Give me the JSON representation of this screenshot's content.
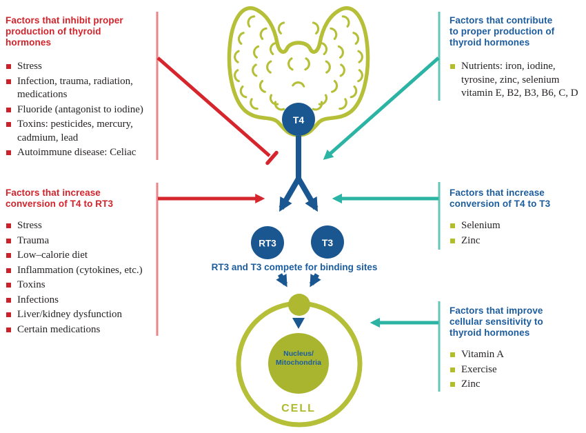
{
  "palette": {
    "red": "#d2232b",
    "teal": "#2bb3a3",
    "dark_blue": "#1a5791",
    "heading_blue": "#1b5c9e",
    "olive_green": "#b5bf37",
    "body_text": "#262224"
  },
  "sections": {
    "inhibit": {
      "title": "Factors that inhibit proper\nproduction of thyroid\nhormones",
      "items": [
        "Stress",
        "Infection, trauma, radiation, medications",
        "Fluoride (antagonist to iodine)",
        "Toxins: pesticides, mercury, cadmium, lead",
        "Autoimmune disease: Celiac"
      ]
    },
    "rt3_conversion": {
      "title": "Factors that increase\nconversion of T4 to RT3",
      "items": [
        "Stress",
        "Trauma",
        "Low–calorie diet",
        "Inflammation (cytokines, etc.)",
        "Toxins",
        "Infections",
        "Liver/kidney dysfunction",
        "Certain medications"
      ]
    },
    "contribute": {
      "title": "Factors that contribute\nto proper production of\nthyroid hormones",
      "items": [
        "Nutrients: iron, iodine, tyrosine, zinc, selenium vitamin E, B2, B3, B6, C, D"
      ]
    },
    "t3_conversion": {
      "title": "Factors that increase\nconversion of T4 to T3",
      "items": [
        "Selenium",
        "Zinc"
      ]
    },
    "sensitivity": {
      "title": "Factors that improve\ncellular sensitivity to\nthyroid hormones",
      "items": [
        "Vitamin A",
        "Exercise",
        "Zinc"
      ]
    }
  },
  "diagram": {
    "t4_label": "T4",
    "rt3_label": "RT3",
    "t3_label": "T3",
    "compete_caption": "RT3 and T3 compete for binding sites",
    "nucleus_label": "Nucleus/\nMitochondria",
    "cell_label": "CELL"
  }
}
